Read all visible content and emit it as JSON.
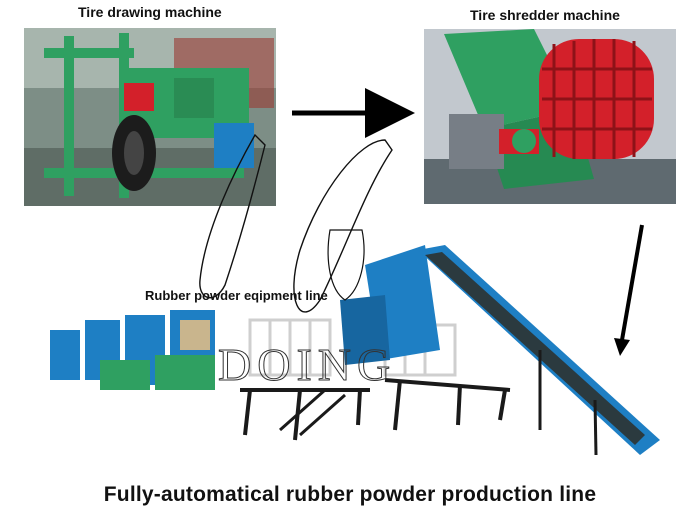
{
  "labels": {
    "tire_drawing": "Tire drawing machine",
    "tire_shredder": "Tire shredder machine",
    "equipment_line": "Rubber powder eqipment line",
    "caption": "Fully-automatical rubber powder production line"
  },
  "colors": {
    "machine_green": "#2fa061",
    "machine_blue": "#1e7fc4",
    "guard_red": "#d3202a",
    "conveyor_dark": "#2b3a3f"
  },
  "icons": {
    "arrow_right": "arrow-right-icon",
    "arrow_down": "arrow-down-icon",
    "watermark": "watermark-logo"
  }
}
